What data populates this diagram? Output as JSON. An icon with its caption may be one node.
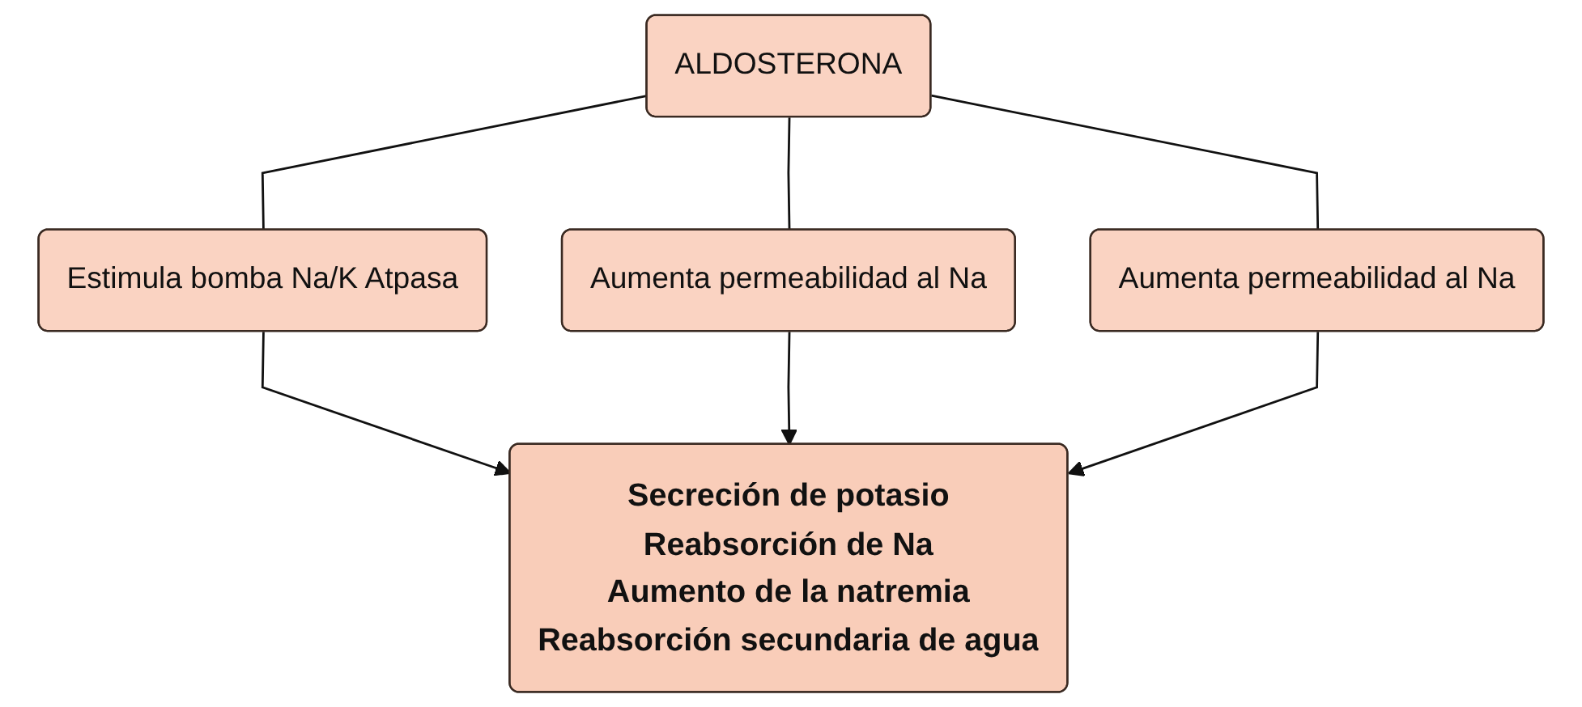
{
  "diagram": {
    "nodes": [
      {
        "text": [
          "ALDOSTERONA"
        ]
      },
      {
        "text": [
          "Estimula bomba Na/K Atpasa"
        ]
      },
      {
        "text": [
          "Aumenta permeabilidad al Na"
        ]
      },
      {
        "text": [
          "Aumenta permeabilidad al Na"
        ]
      },
      {
        "text": [
          "Secreción de potasio",
          "Reabsorción de Na",
          "Aumento de la natremia",
          "Reabsorción secundaria de agua"
        ]
      }
    ],
    "edges": [
      {
        "from": 0,
        "to": 1,
        "arrow": "none"
      },
      {
        "from": 0,
        "to": 2,
        "arrow": "none"
      },
      {
        "from": 0,
        "to": 3,
        "arrow": "none"
      },
      {
        "from": 1,
        "to": 4,
        "arrow": "to"
      },
      {
        "from": 2,
        "to": 4,
        "arrow": "to"
      },
      {
        "from": 3,
        "to": 4,
        "arrow": "to"
      }
    ]
  }
}
